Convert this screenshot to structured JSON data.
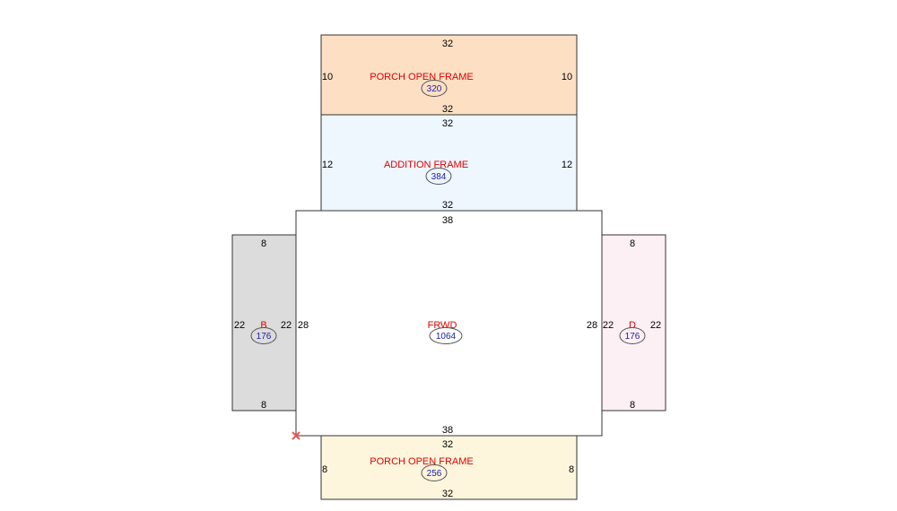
{
  "colors": {
    "label": "#e00000",
    "area": "#1a1aa8",
    "marker": "#e85a5a"
  },
  "areas": [
    {
      "id": "porch-top",
      "fill": "#fde0c4",
      "label": "PORCH OPEN FRAME",
      "area": "320",
      "dims": {
        "top": "32",
        "bottom": "32",
        "left": "10",
        "right": "10"
      }
    },
    {
      "id": "addition",
      "fill": "#eef6fe",
      "label": "ADDITION FRAME",
      "area": "384",
      "dims": {
        "top": "32",
        "bottom": "32",
        "left": "12",
        "right": "12"
      }
    },
    {
      "id": "frwd",
      "fill": "#ffffff",
      "label": "FRWD",
      "area": "1064",
      "dims": {
        "top": "38",
        "bottom": "38",
        "left": "28",
        "right": "28"
      }
    },
    {
      "id": "b",
      "fill": "#dcdcdc",
      "label": "B",
      "area": "176",
      "dims": {
        "top": "8",
        "bottom": "8",
        "left": "22",
        "right": "22"
      }
    },
    {
      "id": "d",
      "fill": "#fdf0f4",
      "label": "D",
      "area": "176",
      "dims": {
        "top": "8",
        "bottom": "8",
        "left": "22",
        "right": "22"
      }
    },
    {
      "id": "porch-bottom",
      "fill": "#fdf6dc",
      "label": "PORCH OPEN FRAME",
      "area": "256",
      "dims": {
        "top": "32",
        "bottom": "32",
        "left": "8",
        "right": "8"
      }
    }
  ]
}
